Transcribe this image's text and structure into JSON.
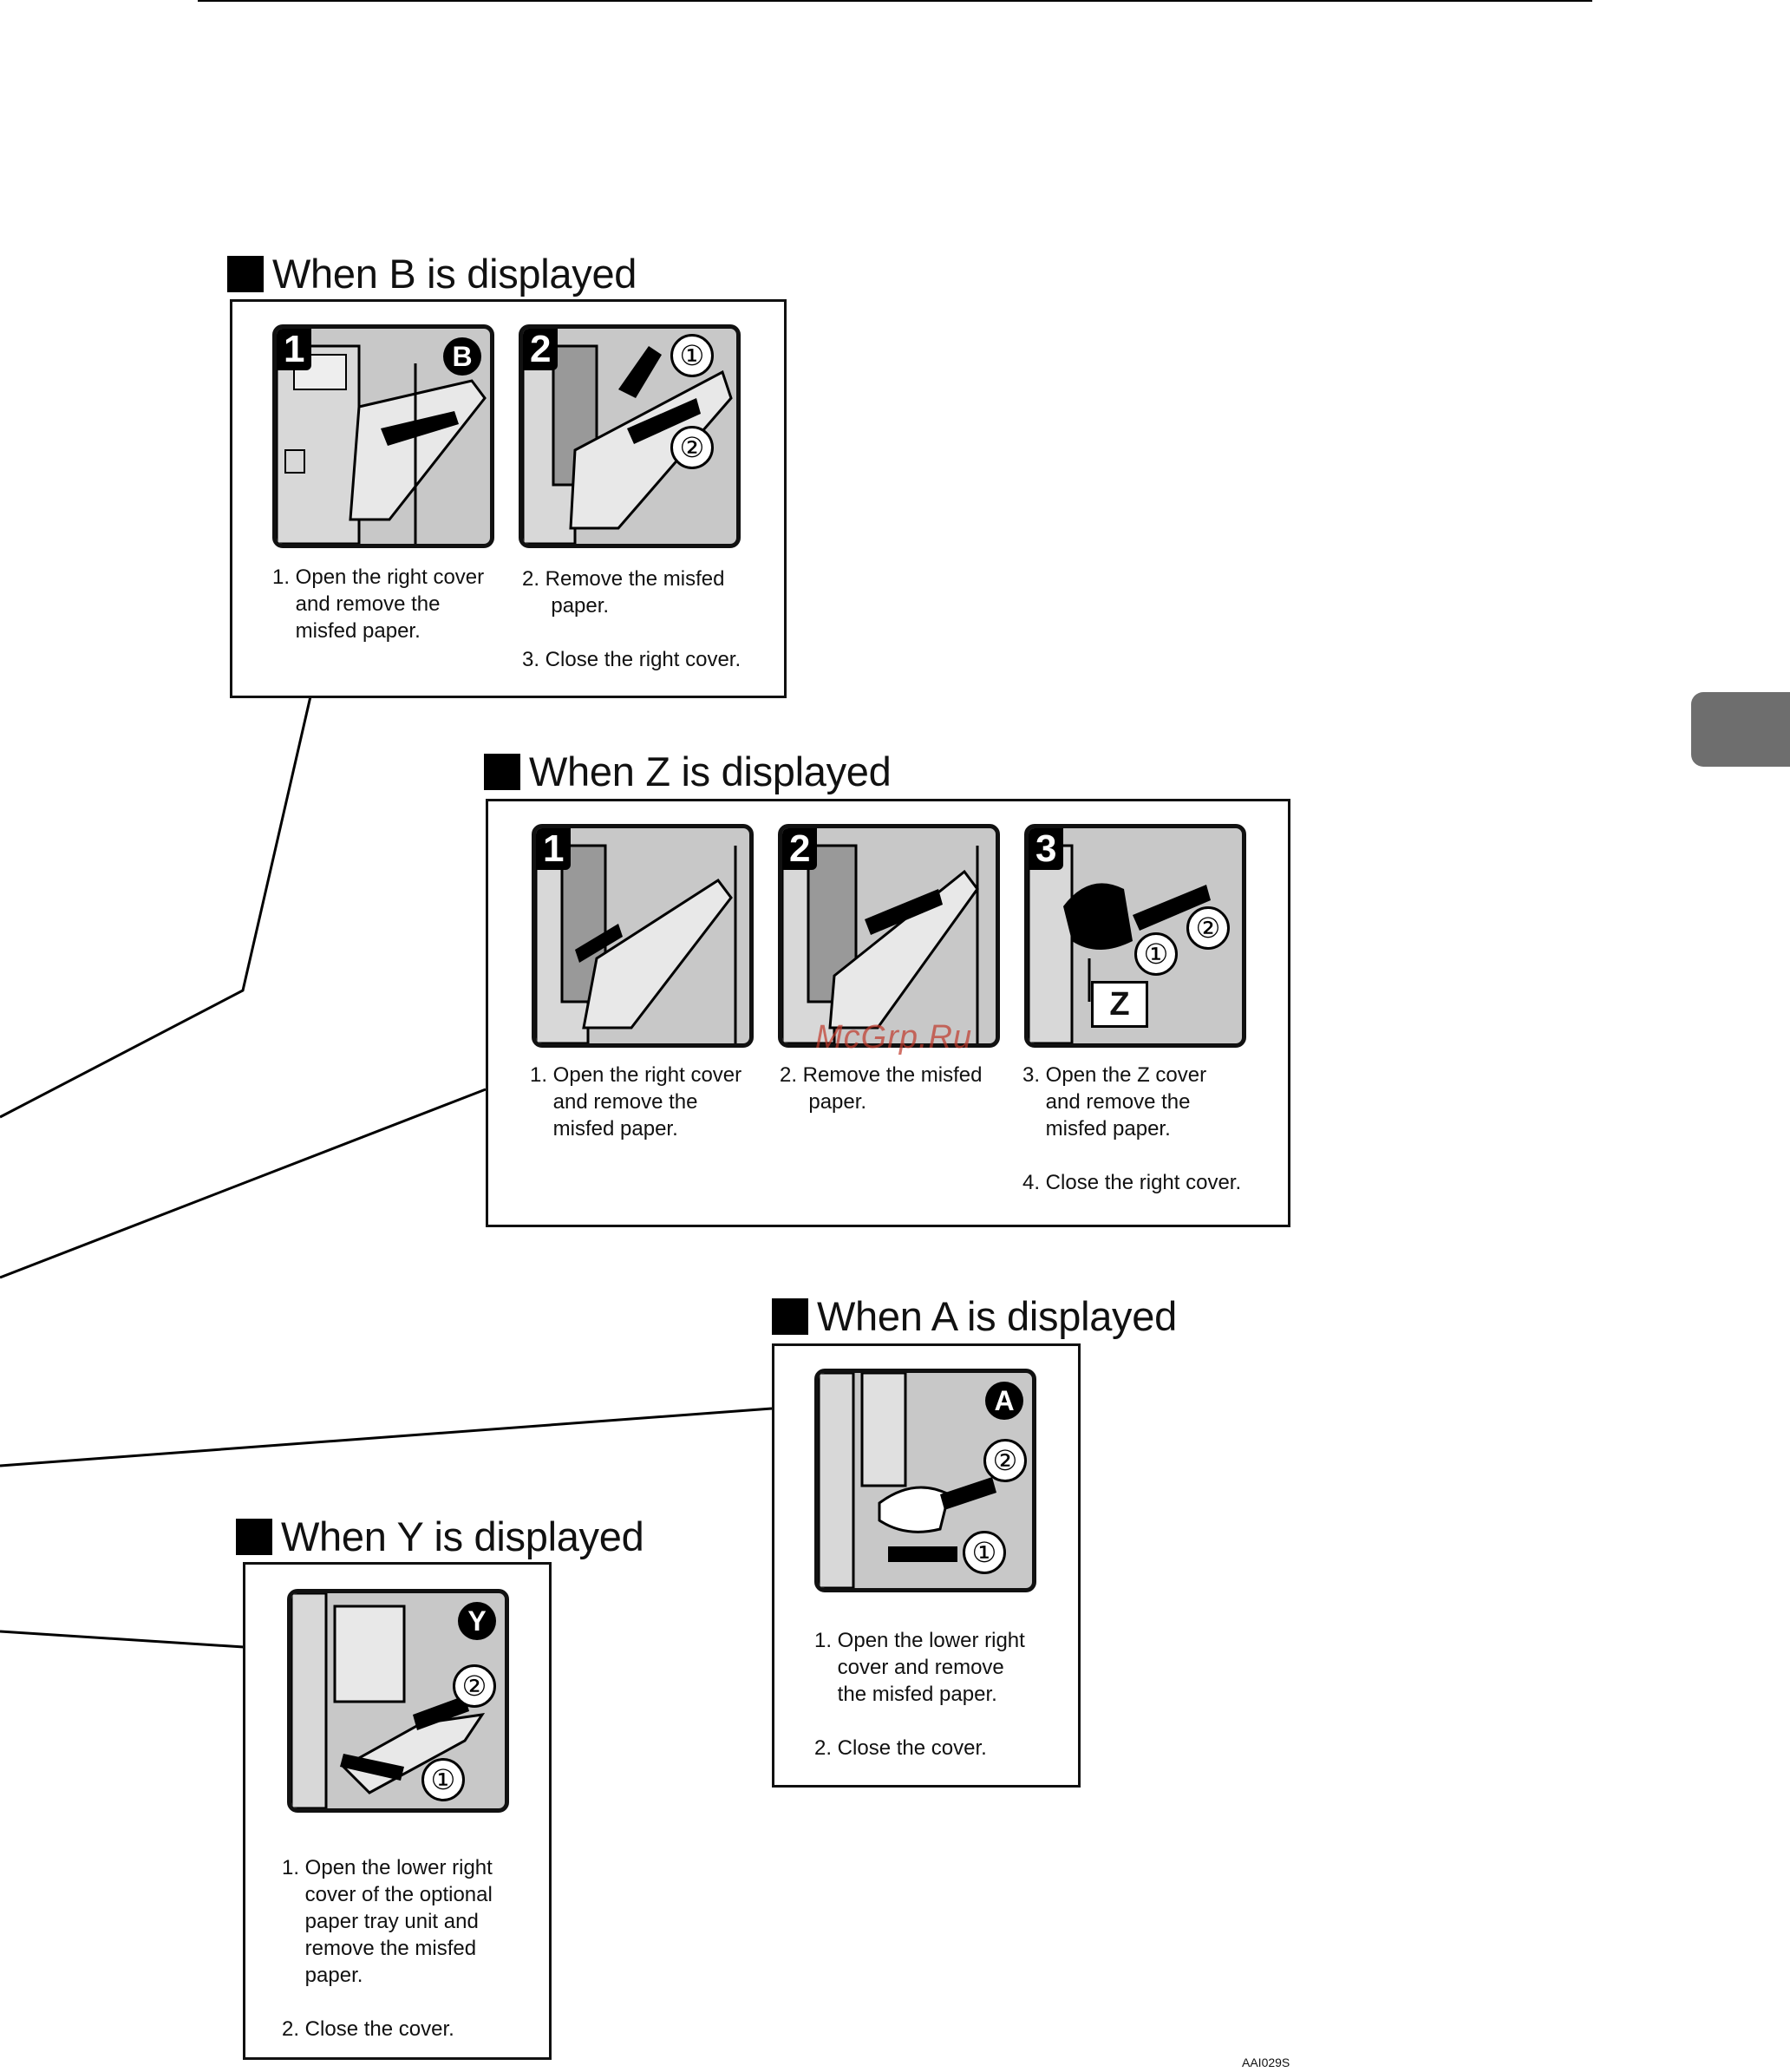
{
  "sections": {
    "b": {
      "heading": "When B is displayed",
      "badge": "B",
      "steps": [
        {
          "num": "1",
          "caption": "1. Open the right cover\n    and remove the\n    misfed paper."
        },
        {
          "num": "2",
          "caption": "2. Remove the misfed\n     paper.\n\n3. Close the right cover."
        }
      ]
    },
    "z": {
      "heading": "When Z is displayed",
      "zlabel": "Z",
      "steps": [
        {
          "num": "1",
          "caption": "1. Open the right cover\n    and remove the\n    misfed paper."
        },
        {
          "num": "2",
          "caption": "2. Remove the misfed\n     paper."
        },
        {
          "num": "3",
          "caption": "3. Open the Z cover\n    and remove the\n    misfed paper.\n\n4. Close the right cover."
        }
      ]
    },
    "a": {
      "heading": "When A is displayed",
      "badge": "A",
      "caption": "1. Open the lower right\n    cover and remove\n    the misfed paper.\n\n2. Close the cover."
    },
    "y": {
      "heading": "When Y is displayed",
      "badge": "Y",
      "caption": "1. Open the lower right\n    cover of the optional\n    paper tray unit and\n    remove the misfed\n    paper.\n\n2. Close the cover."
    }
  },
  "markers": {
    "one": "①",
    "two": "②"
  },
  "figure_code": "AAI029S",
  "watermark": "McGrp.Ru",
  "colors": {
    "figure_fill": "#c8c8c8",
    "tab": "#6e6e6e",
    "watermark": "#c0392b"
  }
}
